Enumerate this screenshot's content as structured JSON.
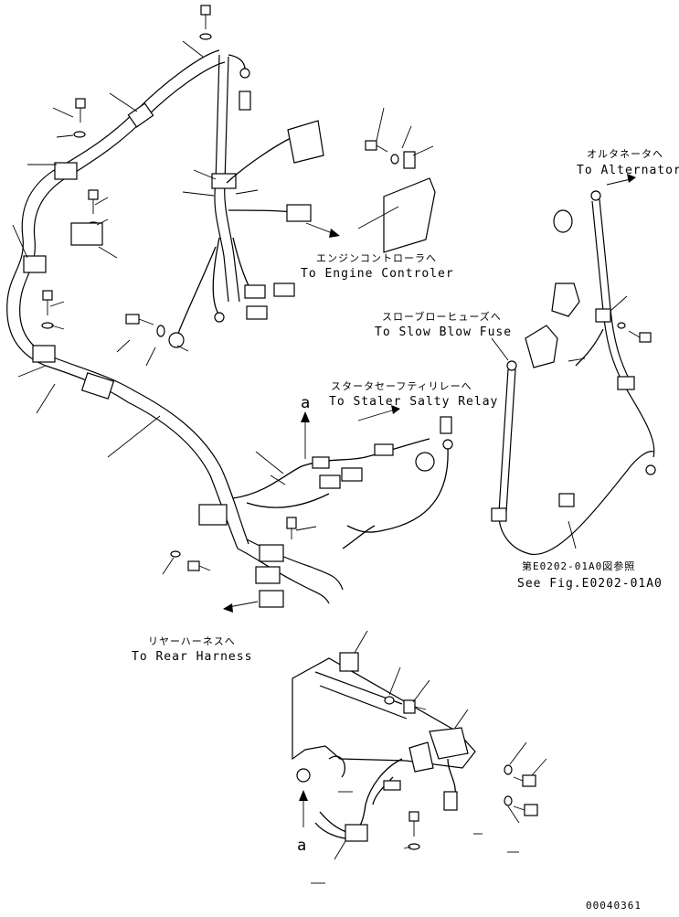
{
  "labels": {
    "alternator_jp": "オルタネータへ",
    "alternator_en": "To Alternator",
    "engine_controller_jp": "エンジンコントローラへ",
    "engine_controller_en": "To Engine Controler",
    "slow_blow_fuse_jp": "スローブローヒューズへ",
    "slow_blow_fuse_en": "To Slow Blow Fuse",
    "starter_safety_relay_jp": "スタータセーフティリレーへ",
    "starter_safety_relay_en": "To Staler Salty Relay",
    "see_fig_jp": "第E0202-01A0図参照",
    "see_fig_en": "See Fig.E0202-01A0",
    "rear_harness_jp": "リヤーハーネスへ",
    "rear_harness_en": "To Rear Harness",
    "view_marker_top": "a",
    "view_marker_bottom": "a",
    "drawing_number": "00040361"
  },
  "colors": {
    "line": "#000000",
    "background": "#ffffff"
  }
}
